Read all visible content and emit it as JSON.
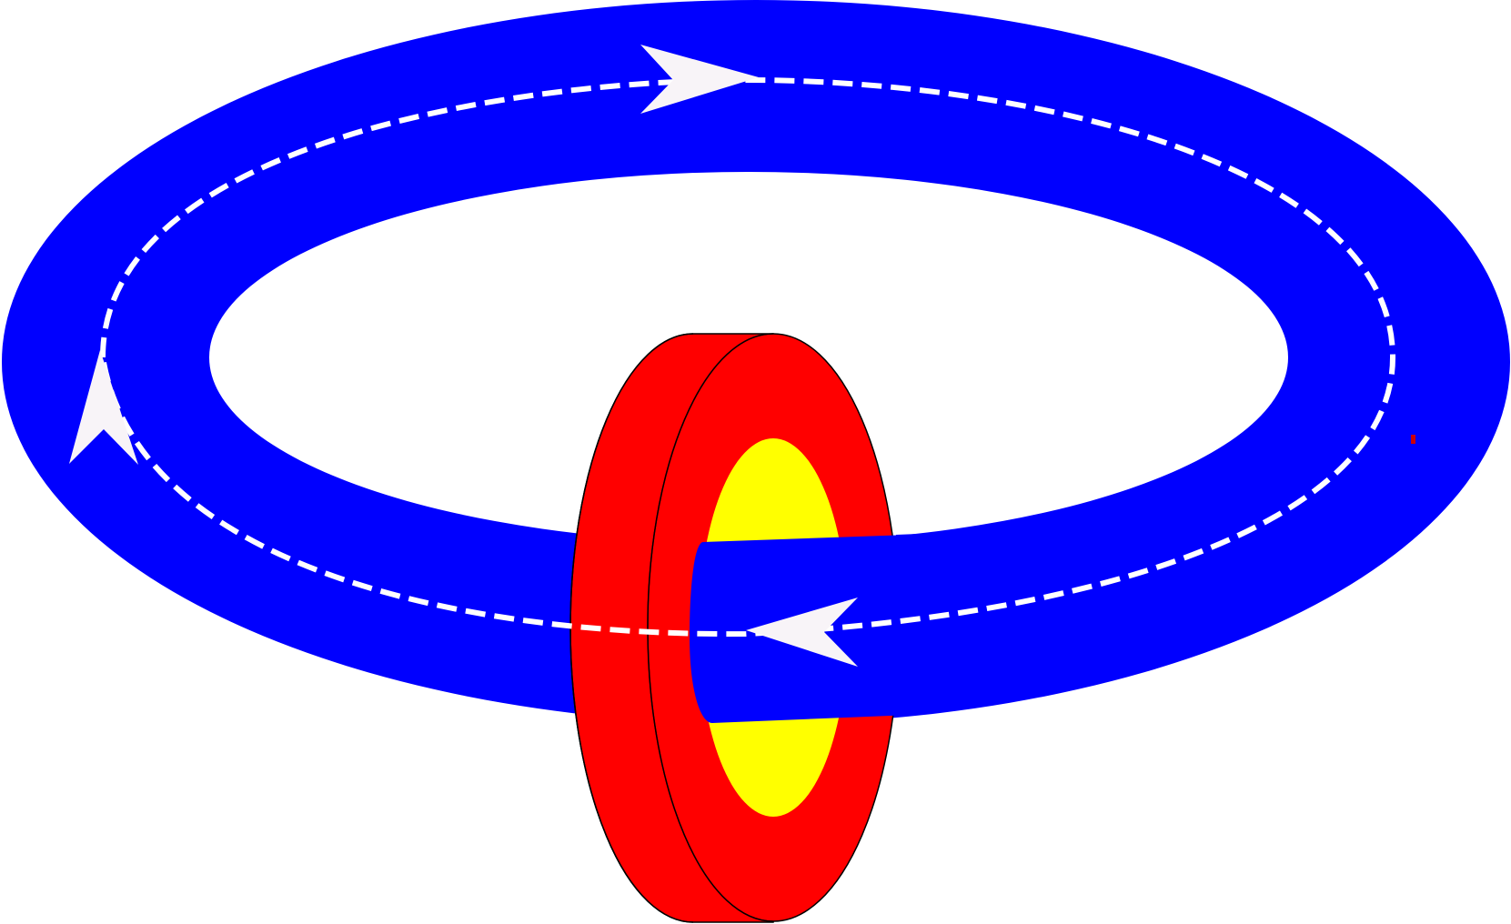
{
  "diagram": {
    "description_visible_text": "",
    "colors": {
      "ring": "#0000ff",
      "disc_rim": "#ff0000",
      "disc_core": "#ffff00",
      "flow_path": "#ffffff",
      "arrow_fill": "#f8f4f8",
      "outline": "#000000",
      "marker": "#cc0000"
    },
    "elements": {
      "ring": "blue-toroidal-ring",
      "disc": "red-disc-with-yellow-core",
      "path": "dashed-circulation-path",
      "arrows": [
        "arrow-top-right",
        "arrow-left-up",
        "arrow-bottom-left"
      ]
    }
  }
}
